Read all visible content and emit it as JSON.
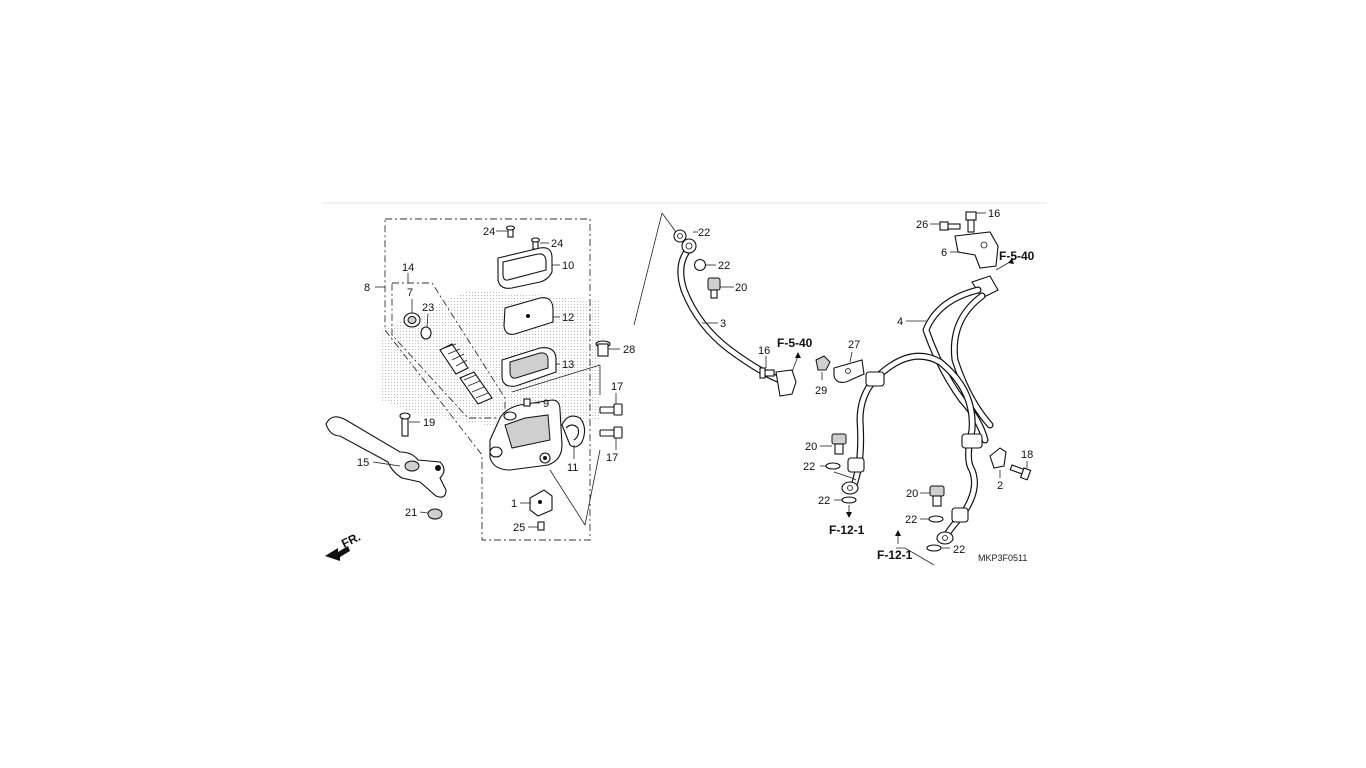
{
  "callouts": {
    "c1": "1",
    "c2": "2",
    "c3": "3",
    "c4": "4",
    "c6": "6",
    "c7": "7",
    "c8": "8",
    "c9": "9",
    "c10": "10",
    "c11": "11",
    "c12": "12",
    "c13": "13",
    "c14": "14",
    "c15": "15",
    "c16a": "16",
    "c16b": "16",
    "c17a": "17",
    "c17b": "17",
    "c18": "18",
    "c19": "19",
    "c20a": "20",
    "c20b": "20",
    "c20c": "20",
    "c21": "21",
    "c22a": "22",
    "c22b": "22",
    "c22c": "22",
    "c22d": "22",
    "c22e": "22",
    "c22f": "22",
    "c23": "23",
    "c24a": "24",
    "c24b": "24",
    "c25": "25",
    "c26": "26",
    "c27": "27",
    "c28": "28",
    "c29": "29"
  },
  "references": {
    "f540a": "F-5-40",
    "f540b": "F-5-40",
    "f121a": "F-12-1",
    "f121b": "F-12-1"
  },
  "direction_label": "FR.",
  "diagram_code": "MKP3F0511"
}
